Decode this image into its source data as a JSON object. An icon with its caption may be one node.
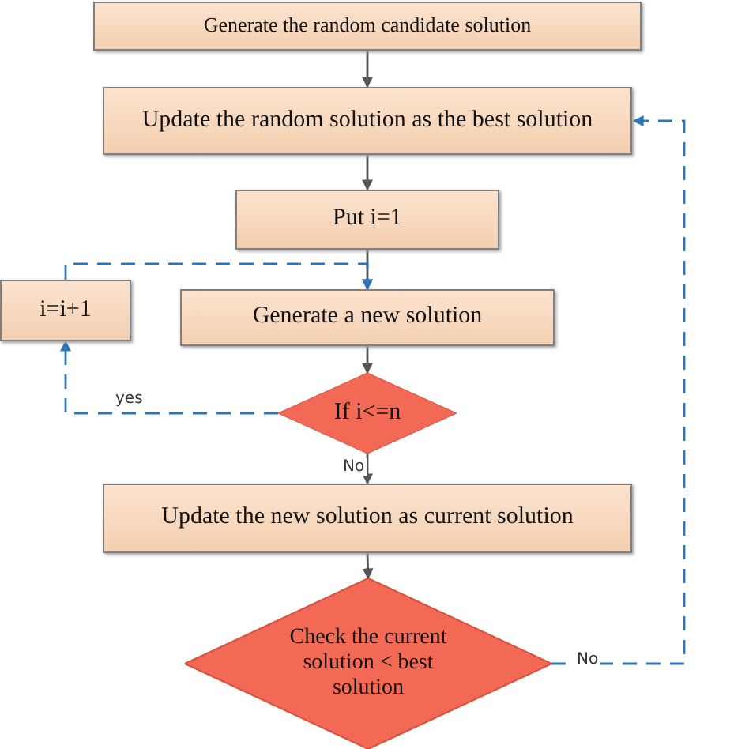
{
  "diagram": {
    "nodes": [
      {
        "text": [
          "Generate the random candidate solution"
        ]
      },
      {
        "text": [
          "Update the random solution as the best solution"
        ]
      },
      {
        "text": [
          "Put i=1"
        ]
      },
      {
        "text": [
          "i=i+1"
        ]
      },
      {
        "text": [
          "Generate a new solution"
        ]
      },
      {
        "text": [
          "If i<=n"
        ]
      },
      {
        "text": [
          "Update the new solution as current solution"
        ]
      },
      {
        "text": [
          "Check the current solution < best solution"
        ]
      }
    ],
    "edges": [
      {
        "from": 0,
        "to": 1,
        "arrow": "to"
      },
      {
        "from": 1,
        "to": 2,
        "arrow": "to"
      },
      {
        "from": 2,
        "to": 4,
        "arrow": "to"
      },
      {
        "from": 4,
        "to": 5,
        "arrow": "to"
      },
      {
        "from": 5,
        "to": 6,
        "arrow": "to",
        "label": "No"
      },
      {
        "from": 6,
        "to": 7,
        "arrow": "to"
      },
      {
        "from": 5,
        "to": 3,
        "arrow": "to",
        "label": "yes",
        "style": "dashed",
        "color": "#2e75b6"
      },
      {
        "from": 3,
        "to": 4,
        "arrow": "to",
        "style": "dashed",
        "color": "#2e75b6"
      },
      {
        "from": 7,
        "to": 1,
        "arrow": "to",
        "label": "No",
        "style": "dashed",
        "color": "#2e75b6"
      }
    ]
  }
}
